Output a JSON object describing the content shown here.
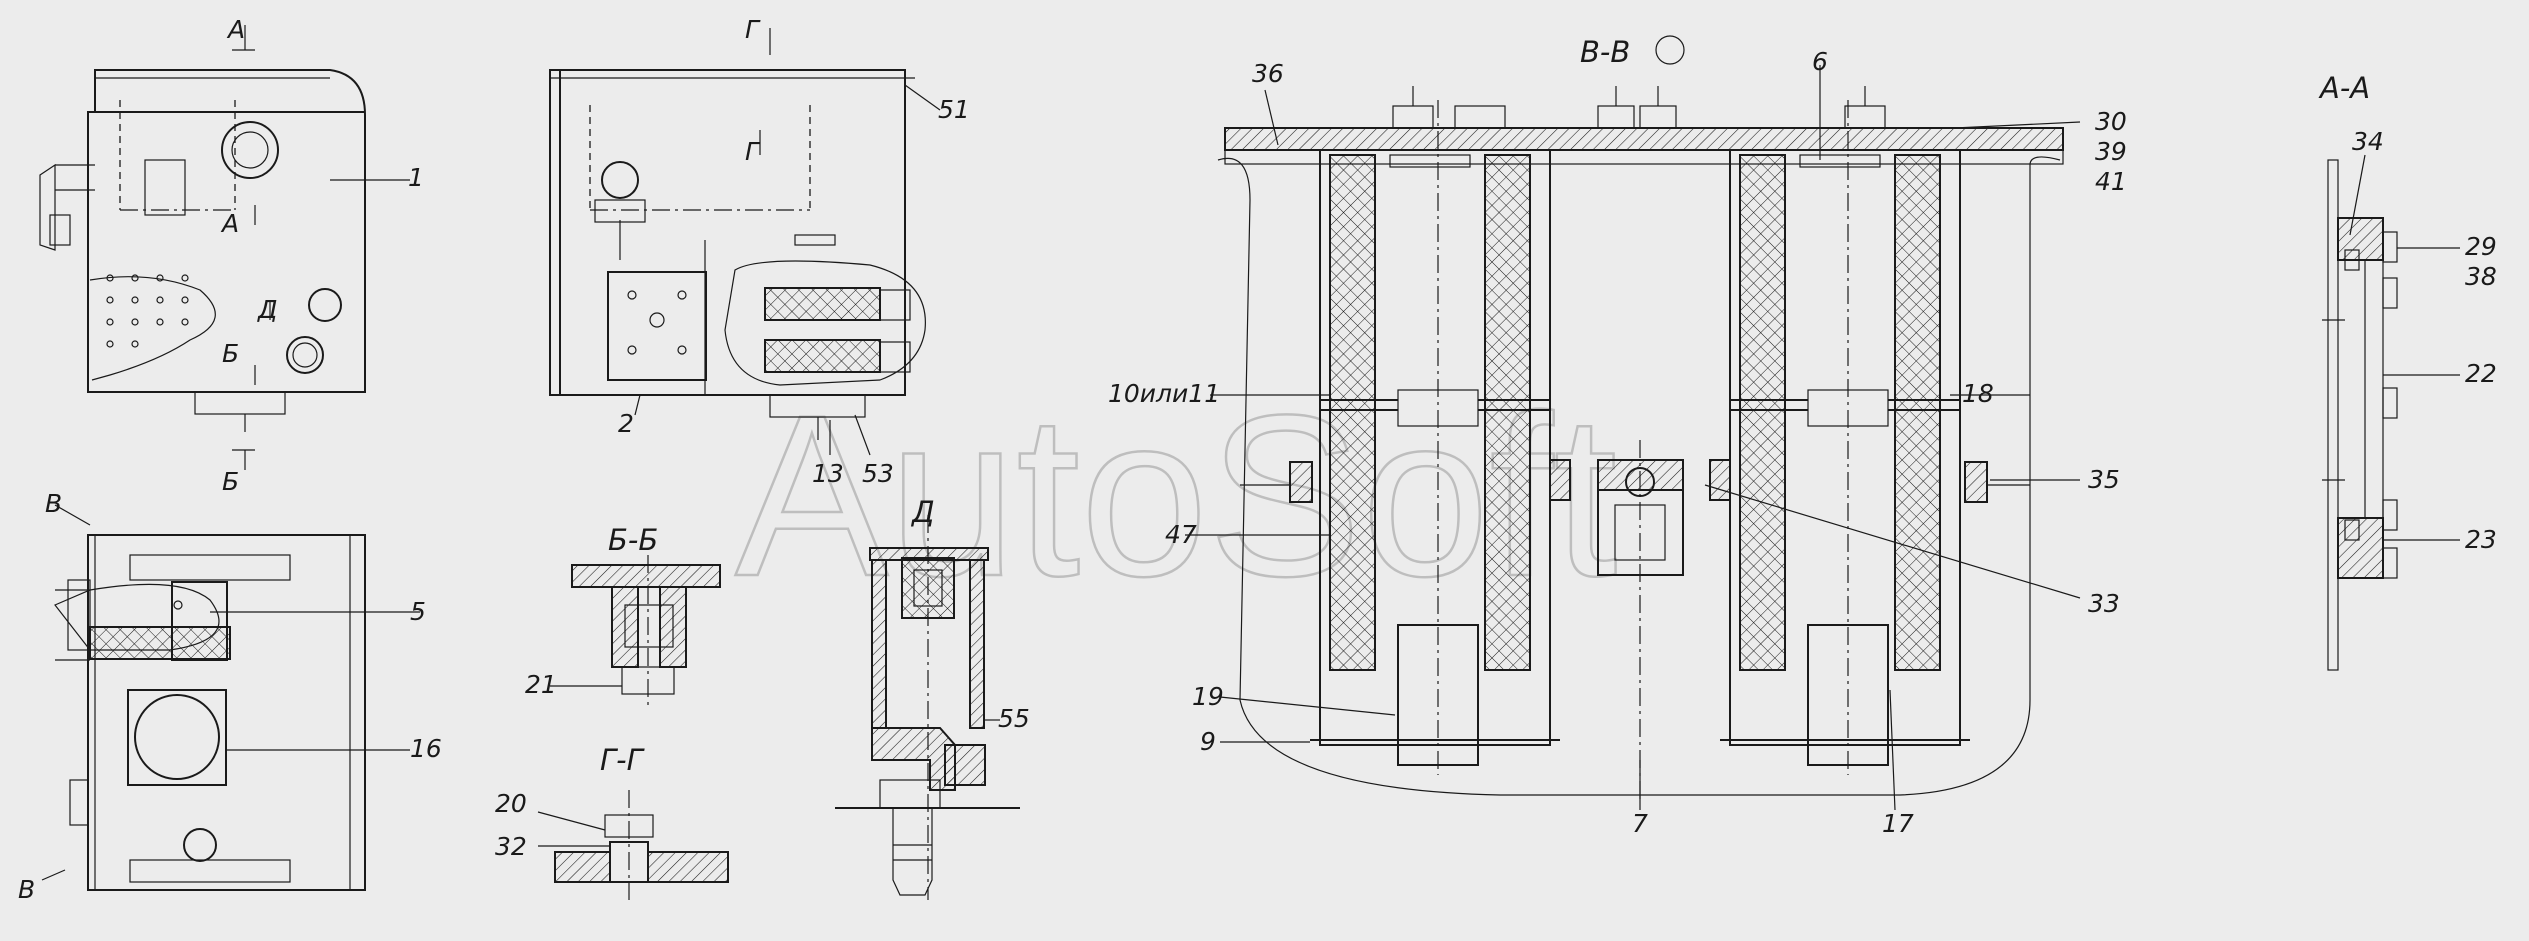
{
  "watermark": "AutoSoft",
  "sections": {
    "a_a": "А-А",
    "b_b": "Б-Б",
    "v_v": "В-В",
    "g_g": "Г-Г",
    "d": "Д"
  },
  "cut_marks": {
    "a1": "А",
    "a2": "А",
    "b1": "Б",
    "b2": "Б",
    "g1": "Г",
    "g2": "Г",
    "d1": "Д",
    "v1": "В",
    "v2": "В"
  },
  "callouts": {
    "c1": "1",
    "c2": "2",
    "c5": "5",
    "c6": "6",
    "c7": "7",
    "c9": "9",
    "c10": "10или11",
    "c13": "13",
    "c16": "16",
    "c17": "17",
    "c18": "18",
    "c19": "19",
    "c20": "20",
    "c21": "21",
    "c22": "22",
    "c23": "23",
    "c29": "29",
    "c30": "30",
    "c32": "32",
    "c33": "33",
    "c34": "34",
    "c35": "35",
    "c36": "36",
    "c38": "38",
    "c39": "39",
    "c41": "41",
    "c47": "47",
    "c51": "51",
    "c53": "53",
    "c55": "55"
  }
}
